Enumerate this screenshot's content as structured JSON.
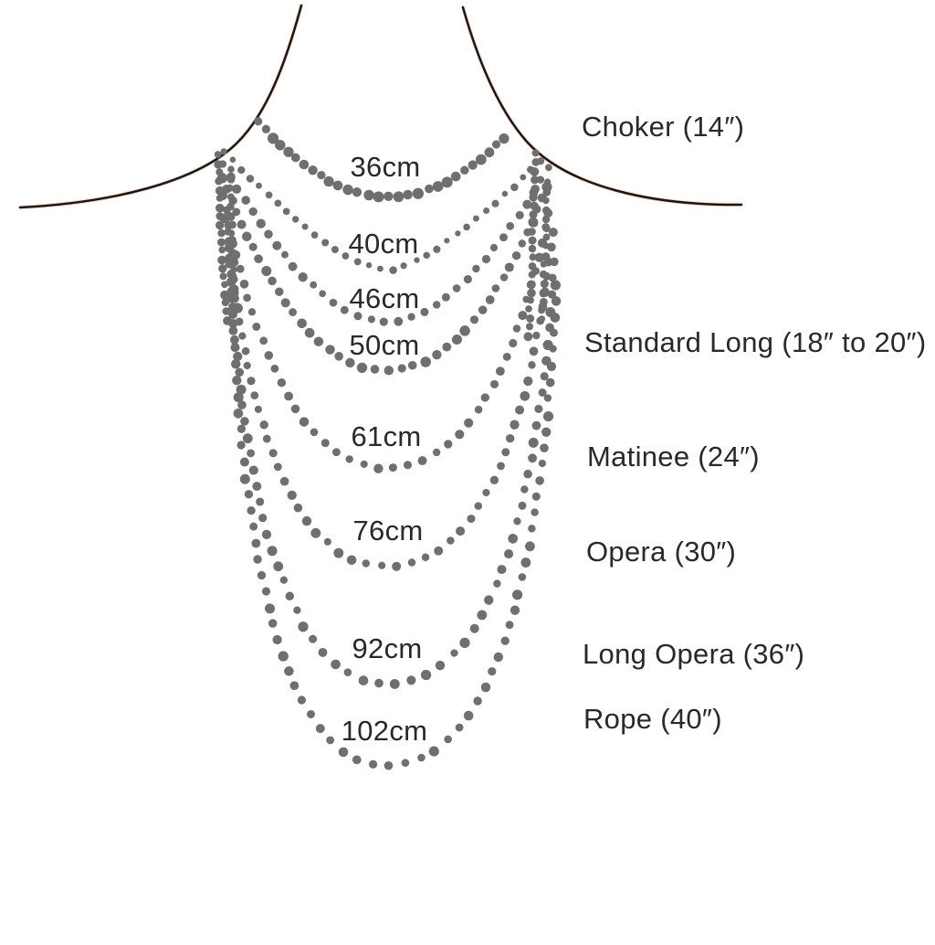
{
  "figure": {
    "colors": {
      "background": "#ffffff",
      "dot": "#6f6f6f",
      "outline": "#1b1717",
      "outline_halo": "#f2c2a3",
      "text": "#2a2828"
    },
    "strands": [
      {
        "cm": "36cm",
        "name": "Choker (14″)"
      },
      {
        "cm": "40cm",
        "name": ""
      },
      {
        "cm": "46cm",
        "name": ""
      },
      {
        "cm": "50cm",
        "name": "Standard Long (18″ to 20″)"
      },
      {
        "cm": "61cm",
        "name": "Matinee (24″)"
      },
      {
        "cm": "76cm",
        "name": "Opera (30″)"
      },
      {
        "cm": "92cm",
        "name": "Long Opera (36″)"
      },
      {
        "cm": "102cm",
        "name": "Rope (40″)"
      }
    ]
  }
}
